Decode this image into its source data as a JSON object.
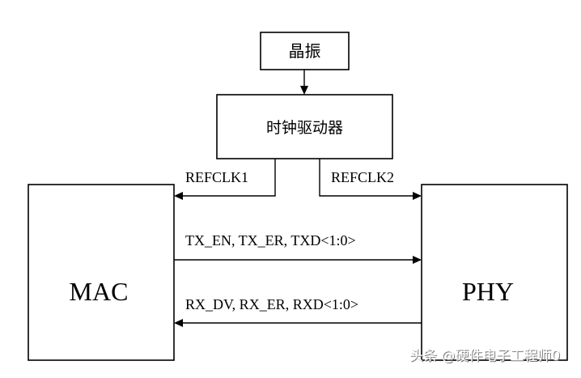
{
  "diagram": {
    "oscillator_label": "晶振",
    "clock_driver_label": "时钟驱动器",
    "mac_label": "MAC",
    "phy_label": "PHY",
    "refclk1_label": "REFCLK1",
    "refclk2_label": "REFCLK2",
    "tx_label": "TX_EN, TX_ER, TXD<1:0>",
    "rx_label": "RX_DV, RX_ER, RXD<1:0>"
  },
  "watermark": {
    "text": "头条 @硬件电子工程师0"
  }
}
